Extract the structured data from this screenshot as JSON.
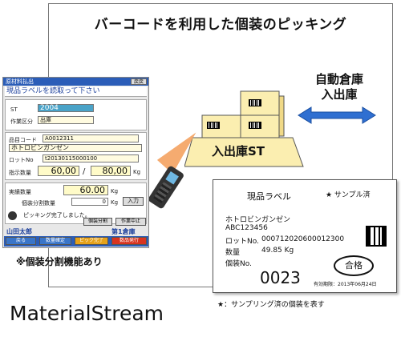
{
  "diagram": {
    "title": "バーコードを利用した個装のピッキング",
    "warehouse_label_line1": "自動倉庫",
    "warehouse_label_line2": "入出庫",
    "station_label": "入出庫ST",
    "arrow_color": "#2f6fd1"
  },
  "terminal": {
    "title": "原材料払出",
    "close_label": "戻戻",
    "instruction": "現品ラベルを読取って下さい",
    "st_label": "ST",
    "st_value": "2004",
    "work_type_label": "作業区分",
    "work_type_value": "出庫",
    "item_code_label": "品目コード",
    "item_code_value": "A0012311",
    "item_name_value": "ホトロビンガンゼン",
    "lot_label": "ロットNo",
    "lot_value": "t20130115000100",
    "instruct_qty_label": "指示数量",
    "instruct_qty_value": "60,00",
    "instruct_qty_sep": "/",
    "instruct_qty_total": "80,00",
    "instruct_unit": "Kg",
    "actual_qty_label": "実績数量",
    "actual_qty_value": "60.00",
    "actual_unit": "Kg",
    "split_count_label": "個装分割数量",
    "split_count_value": "0",
    "split_unit": "Kg",
    "input_button": "入力",
    "status_message": "ピッキング完了しました。",
    "btn_split": "個装分割",
    "btn_suspend": "作業中止",
    "user_name": "山田太郎",
    "warehouse_name": "第1倉庫",
    "bottom_buttons": [
      "戻る",
      "数量確定",
      "ピック完了",
      "数品発行"
    ],
    "caption": "※個装分割機能あり"
  },
  "label_card": {
    "title": "現品ラベル",
    "sample_mark": "★ サンプル済",
    "product_name": "ホトロビンガンゼン",
    "product_code": "ABC123456",
    "lot_label": "ロットNo.",
    "lot_value": "000712020600012300",
    "qty_label": "数量",
    "qty_value": "49.85 Kg",
    "unit_label": "個装No.",
    "unit_value": "0023",
    "expiry": "有効期限：2013年06月24日",
    "pass_stamp": "合格",
    "footnote": "★：サンプリング済の個装を表す"
  },
  "brand": "MaterialStream",
  "colors": {
    "terminal_titlebar": "#2b5db8",
    "box_fill": "#fbeeb0",
    "beam": "#f4a261"
  }
}
